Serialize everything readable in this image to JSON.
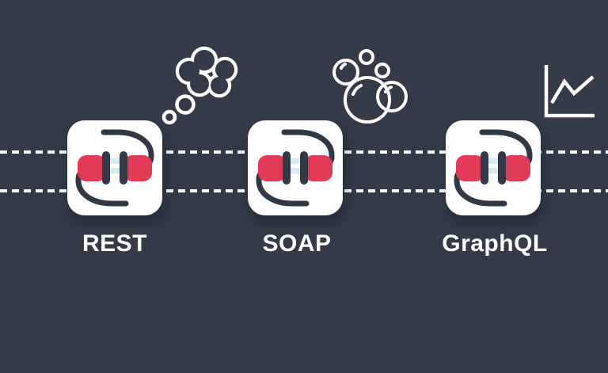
{
  "colors": {
    "background": "#333B48",
    "card_background": "#FFFFFF",
    "plug_red": "#E23B57",
    "plug_dark": "#313947",
    "plug_prongs": "#D9EAF4",
    "dashed_line": "#FFFFFF",
    "label_text": "#FFFFFF",
    "decoration_outline": "#FFFFFF"
  },
  "cards": [
    {
      "label": "REST",
      "icon": "plug-connector-icon",
      "decoration": "thought-cloud-icon"
    },
    {
      "label": "SOAP",
      "icon": "plug-connector-icon",
      "decoration": "soap-bubbles-icon"
    },
    {
      "label": "GraphQL",
      "icon": "plug-connector-icon",
      "decoration": "line-chart-icon"
    }
  ]
}
